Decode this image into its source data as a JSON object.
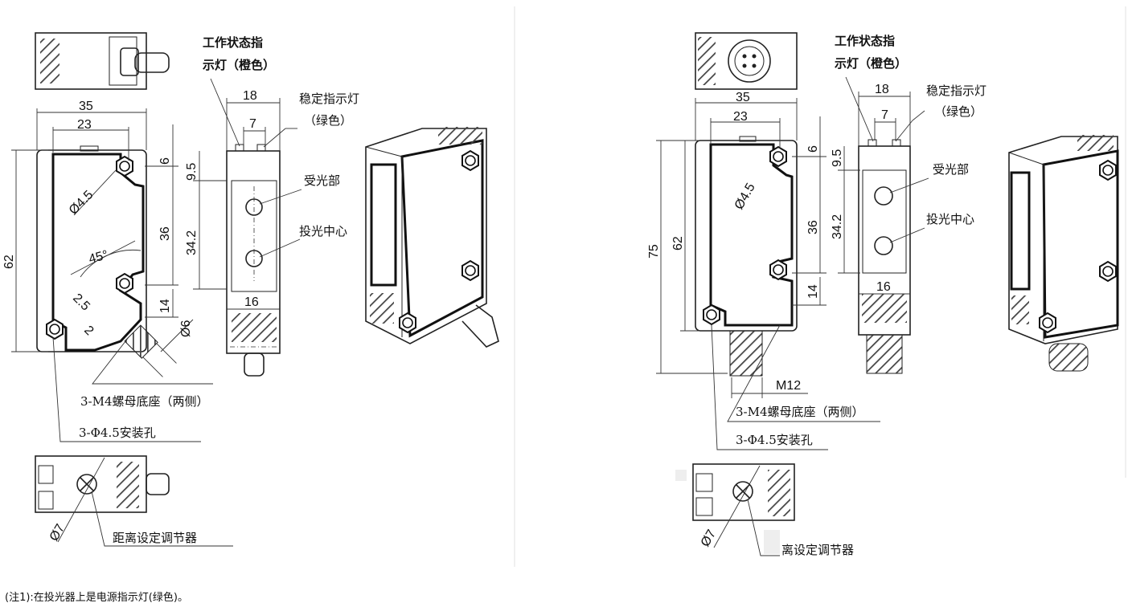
{
  "left_view": {
    "dims": {
      "width_35": "35",
      "width_23": "23",
      "height_62": "62",
      "d6": "6",
      "d9_5": "9.5",
      "d36": "36",
      "d34_2": "34.2",
      "d14": "14",
      "d18": "18",
      "d7": "7",
      "d16": "16",
      "phi4_5": "Ø4.5",
      "phi6": "Ø6",
      "phi7": "Ø7",
      "angle": "45°",
      "d2_5": "2.5",
      "d2": "2"
    },
    "labels": {
      "status_light_1": "工作状态指",
      "status_light_2": "示灯（橙色）",
      "stable_light_1": "稳定指示灯",
      "stable_light_2": "（绿色）",
      "receiver": "受光部",
      "emitter_center": "投光中心",
      "nut_seat": "3-M4螺母底座（两侧）",
      "mount_hole": "3-Φ4.5安装孔",
      "adjuster": "距离设定调节器"
    }
  },
  "right_view": {
    "dims": {
      "width_35": "35",
      "width_23": "23",
      "height_75": "75",
      "height_62": "62",
      "d6": "6",
      "d9_5": "9.5",
      "d36": "36",
      "d34_2": "34.2",
      "d14": "14",
      "d18": "18",
      "d7": "7",
      "d16": "16",
      "phi4_5": "Ø4.5",
      "phi7": "Ø7",
      "m12": "M12"
    },
    "labels": {
      "status_light_1": "工作状态指",
      "status_light_2": "示灯（橙色）",
      "stable_light_1": "稳定指示灯",
      "stable_light_2": "（绿色）",
      "receiver": "受光部",
      "emitter_center": "投光中心",
      "nut_seat": "3-M4螺母底座（两侧）",
      "mount_hole": "3-Φ4.5安装孔",
      "adjuster": "离设定调节器"
    }
  },
  "footnote": "(注1):在投光器上是电源指示灯(绿色)。"
}
